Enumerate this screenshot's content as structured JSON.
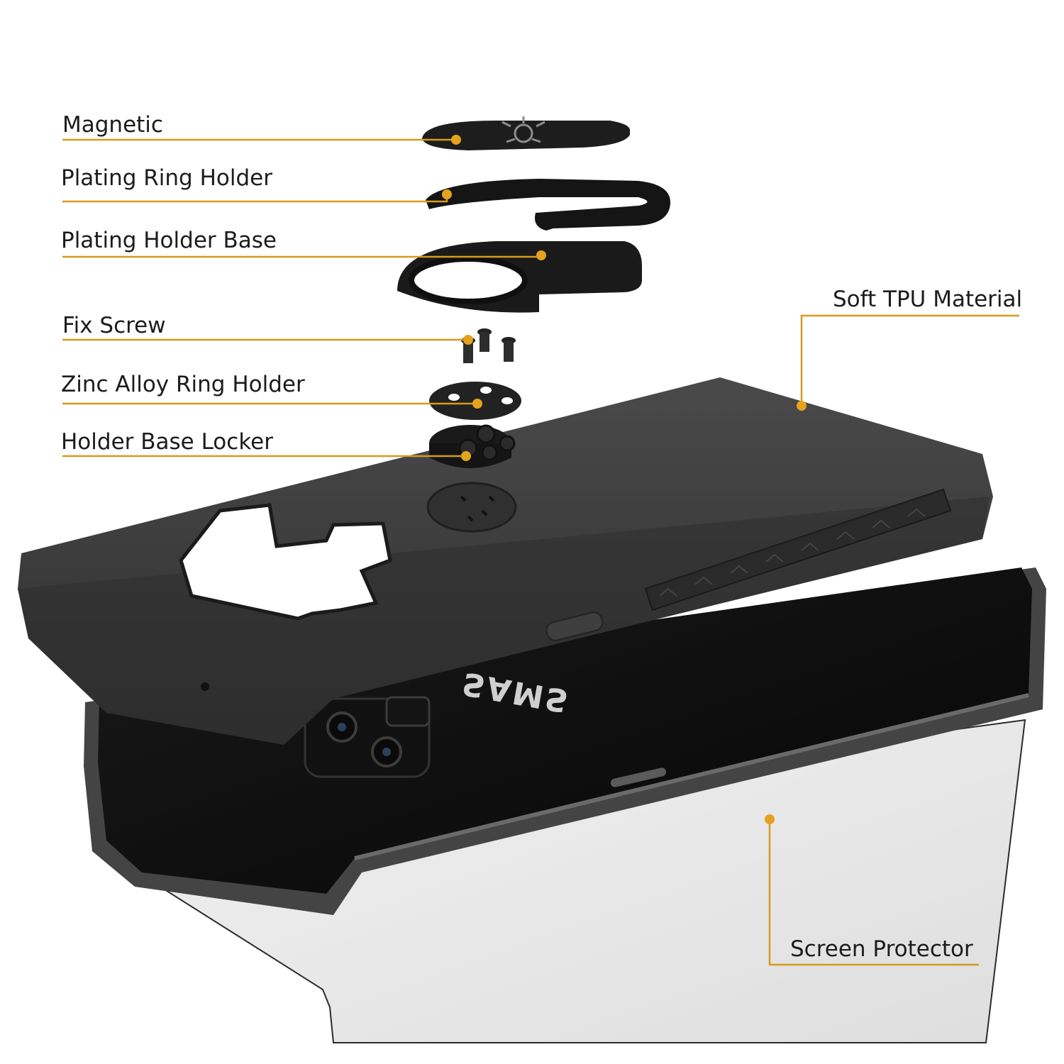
{
  "title": "",
  "colors": {
    "leader": "#d79a1e",
    "dot": "#e5a21c",
    "label_text": "#1c1c1c",
    "case": "#3a3a3a",
    "phone_body": "#0c0c0c",
    "protector": "#e8e8e8",
    "background": "#ffffff"
  },
  "callouts": {
    "magnetic": "Magnetic",
    "plating_ring_holder": "Plating Ring Holder",
    "plating_holder_base": "Plating Holder Base",
    "fix_screw": "Fix Screw",
    "zinc_alloy_ring_holder": "Zinc Alloy Ring Holder",
    "holder_base_locker": "Holder Base Locker",
    "soft_tpu_material": "Soft TPU Material",
    "screen_protector": "Screen Protector"
  },
  "phone": {
    "brand_text": "SAMS"
  },
  "icons": {
    "logo_on_magnet": "sun-logo-icon",
    "phone_cameras": "camera-lens-icon",
    "power_button": "power-button-icon"
  }
}
